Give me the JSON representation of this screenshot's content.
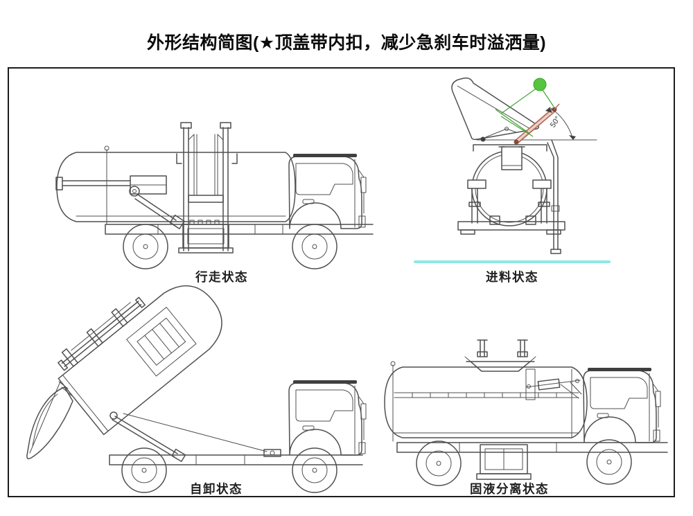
{
  "title": "外形结构简图(★顶盖带内扣，减少急刹车时溢洒量)",
  "panels": [
    {
      "id": "driving",
      "label": "行走状态"
    },
    {
      "id": "feeding",
      "label": "进料状态",
      "angle_annotation": "50°"
    },
    {
      "id": "dumping",
      "label": "自卸状态"
    },
    {
      "id": "separation",
      "label": "固液分离状态"
    }
  ],
  "colors": {
    "line": "#4f4f4f",
    "frame_border": "#1c1c1c",
    "accent_green": "#55c43e",
    "accent_green_dark": "#3da32e",
    "accent_red": "#b46a5a",
    "accent_red_light": "#ecd2c8",
    "divider_cyan": "#8ce8e4"
  }
}
